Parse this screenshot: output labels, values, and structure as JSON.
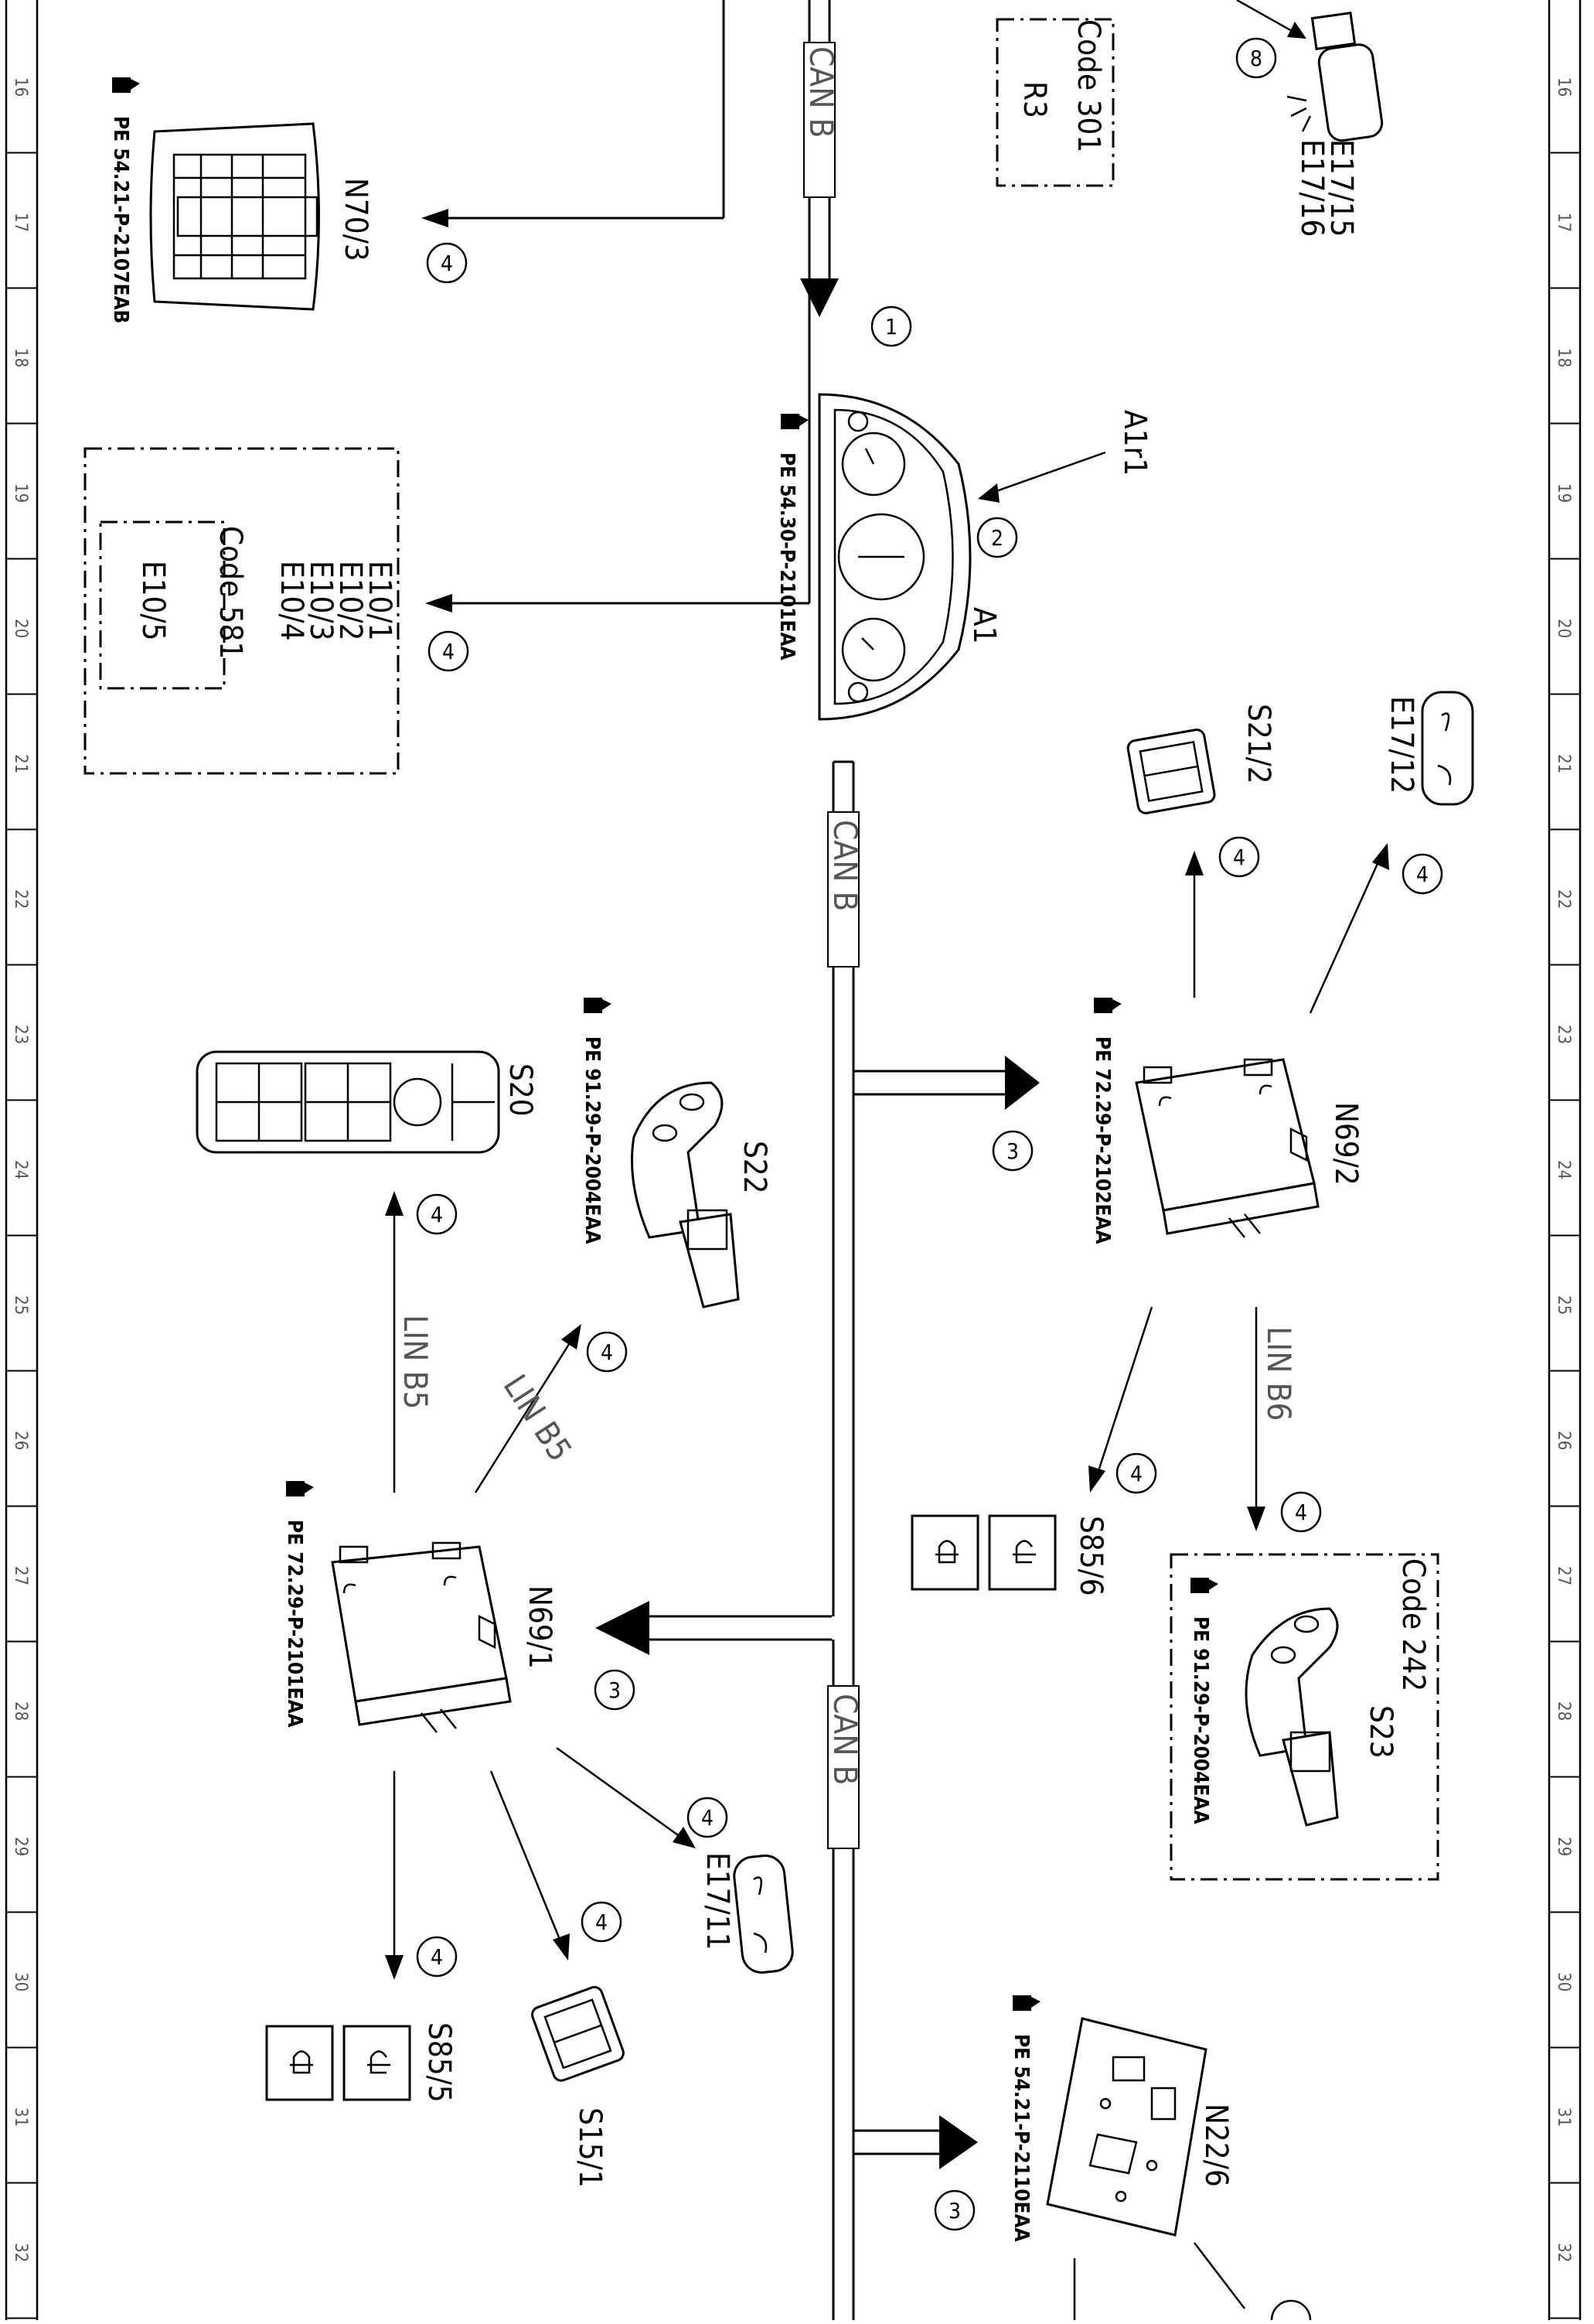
{
  "ruler": [
    "16",
    "17",
    "18",
    "19",
    "20",
    "21",
    "22",
    "23",
    "24",
    "25",
    "26",
    "27",
    "28",
    "29",
    "30",
    "31",
    "32"
  ],
  "bus": {
    "can": "CAN B",
    "lin_b5": "LIN B5",
    "lin_b6": "LIN B6"
  },
  "codes": {
    "c301": "Code 301",
    "r3": "R3",
    "c581": "Code 581",
    "c242": "Code 242"
  },
  "components": {
    "n70_3": "N70/3",
    "a1": "A1",
    "a1r1": "A1r1",
    "e10_1": "E10/1",
    "e10_2": "E10/2",
    "e10_3": "E10/3",
    "e10_4": "E10/4",
    "e10_5": "E10/5",
    "e17_15": "E17/15",
    "e17_16": "E17/16",
    "e17_12": "E17/12",
    "e17_11": "E17/11",
    "s21_2": "S21/2",
    "n69_2": "N69/2",
    "n69_1": "N69/1",
    "s20": "S20",
    "s22": "S22",
    "s23": "S23",
    "s85_6": "S85/6",
    "s85_5": "S85/5",
    "s15_1": "S15/1",
    "n22_6": "N22/6"
  },
  "refs": {
    "n70_3": "PE 54.21-P-2107EAB",
    "a1": "PE 54.30-P-2101EAA",
    "n69_2": "PE 72.29-P-2102EAA",
    "s22": "PE 91.29-P-2004EAA",
    "n69_1": "PE 72.29-P-2101EAA",
    "s23": "PE 91.29-P-2004EAA",
    "n22_6": "PE 54.21-P-2110EAA"
  },
  "steps": {
    "s1": "1",
    "s2": "2",
    "s3": "3",
    "s4": "4",
    "s8": "8"
  }
}
